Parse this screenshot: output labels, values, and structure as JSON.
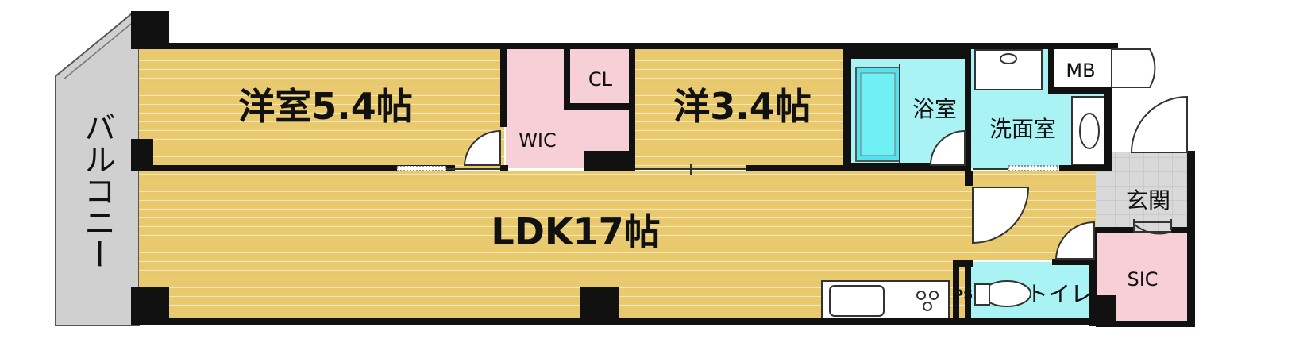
{
  "rooms": {
    "balcony": "バルコニー",
    "bedroom1": "洋室5.4帖",
    "bedroom2": "洋3.4帖",
    "wic": "WIC",
    "cl": "CL",
    "ldk": "LDK17帖",
    "bath": "浴室",
    "washroom": "洗面室",
    "mb": "MB",
    "entrance": "玄関",
    "sic": "SIC",
    "toilet": "トイレ",
    "ps": "PS"
  },
  "colors": {
    "wood_floor": "#e8c96e",
    "wood_line": "#f6e6b2",
    "closet": "#f7cfd6",
    "wet_area": "#a9f3f5",
    "balcony": "#d0d0d0",
    "entrance_tile": "#d9d9d9",
    "wall": "#111111"
  }
}
